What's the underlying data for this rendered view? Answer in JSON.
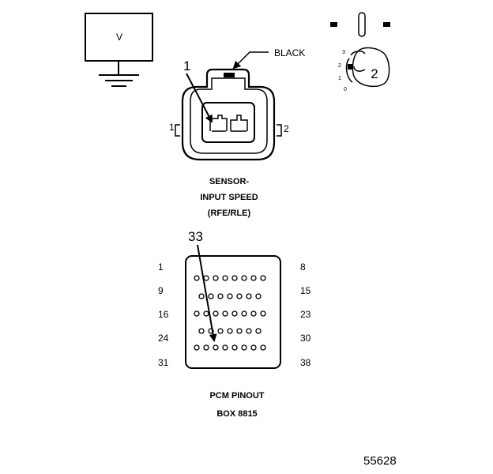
{
  "meter": {
    "label": "V"
  },
  "sensor_connector": {
    "wire_color": "BLACK",
    "callout": "1",
    "pin_left": "1",
    "pin_right": "2",
    "caption": [
      "SENSOR-",
      "INPUT SPEED",
      "(RFE/RLE)"
    ]
  },
  "ignition": {
    "key_label": "2",
    "positions": [
      "3",
      "2",
      "1",
      "0"
    ]
  },
  "pcm": {
    "callout": "33",
    "row_labels_left": [
      "1",
      "9",
      "16",
      "24",
      "31"
    ],
    "row_labels_right": [
      "8",
      "15",
      "23",
      "30",
      "38"
    ],
    "caption": [
      "PCM PINOUT",
      "BOX 8815"
    ]
  },
  "figure_number": "55628"
}
